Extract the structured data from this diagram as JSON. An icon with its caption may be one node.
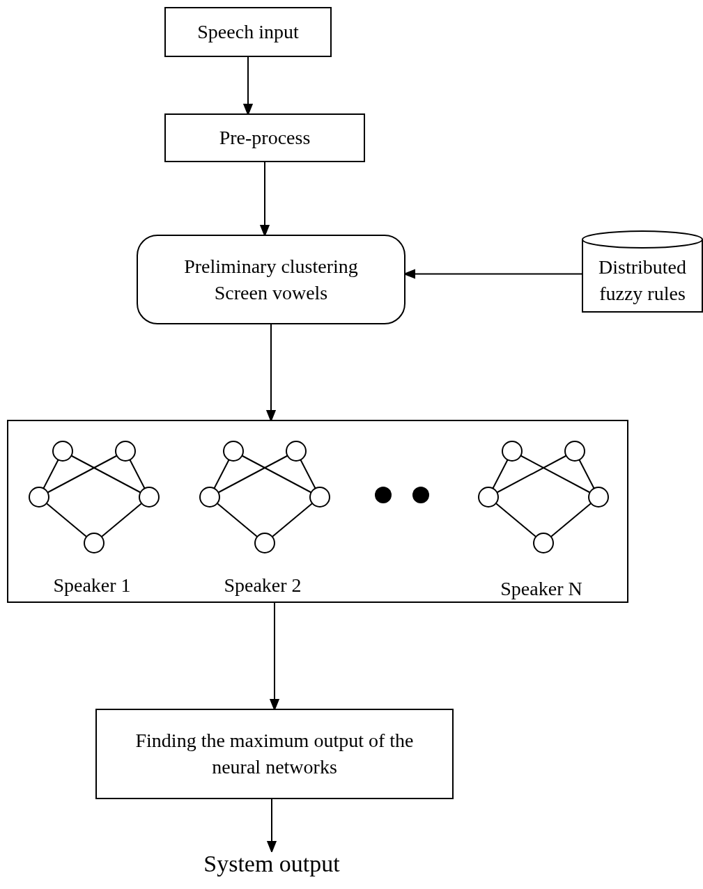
{
  "diagram": {
    "nodes": [
      {
        "text": [
          "Speech input"
        ]
      },
      {
        "text": [
          "Pre-process"
        ]
      },
      {
        "text": [
          "Preliminary clustering",
          "Screen vowels"
        ]
      },
      {
        "text": [
          "Distributed fuzzy rules"
        ]
      },
      {
        "text": [],
        "shape": "box"
      },
      {
        "text": [
          "Speaker 1"
        ],
        "in": 4
      },
      {
        "text": [
          "Speaker 2"
        ],
        "in": 4
      },
      {
        "text": [
          "Speaker N"
        ],
        "in": 4
      },
      {
        "text": [
          "Finding the maximum output of the neural networks"
        ]
      },
      {
        "text": [
          "System output"
        ]
      }
    ],
    "edges": [
      {
        "from": 0,
        "to": 1,
        "arrow": "to"
      },
      {
        "from": 1,
        "to": 2,
        "arrow": "to"
      },
      {
        "from": 3,
        "to": 2,
        "arrow": "to"
      },
      {
        "from": 2,
        "to": 4,
        "arrow": "to"
      },
      {
        "from": 4,
        "to": 8,
        "arrow": "to"
      },
      {
        "from": 8,
        "to": 9,
        "arrow": "to"
      }
    ]
  }
}
